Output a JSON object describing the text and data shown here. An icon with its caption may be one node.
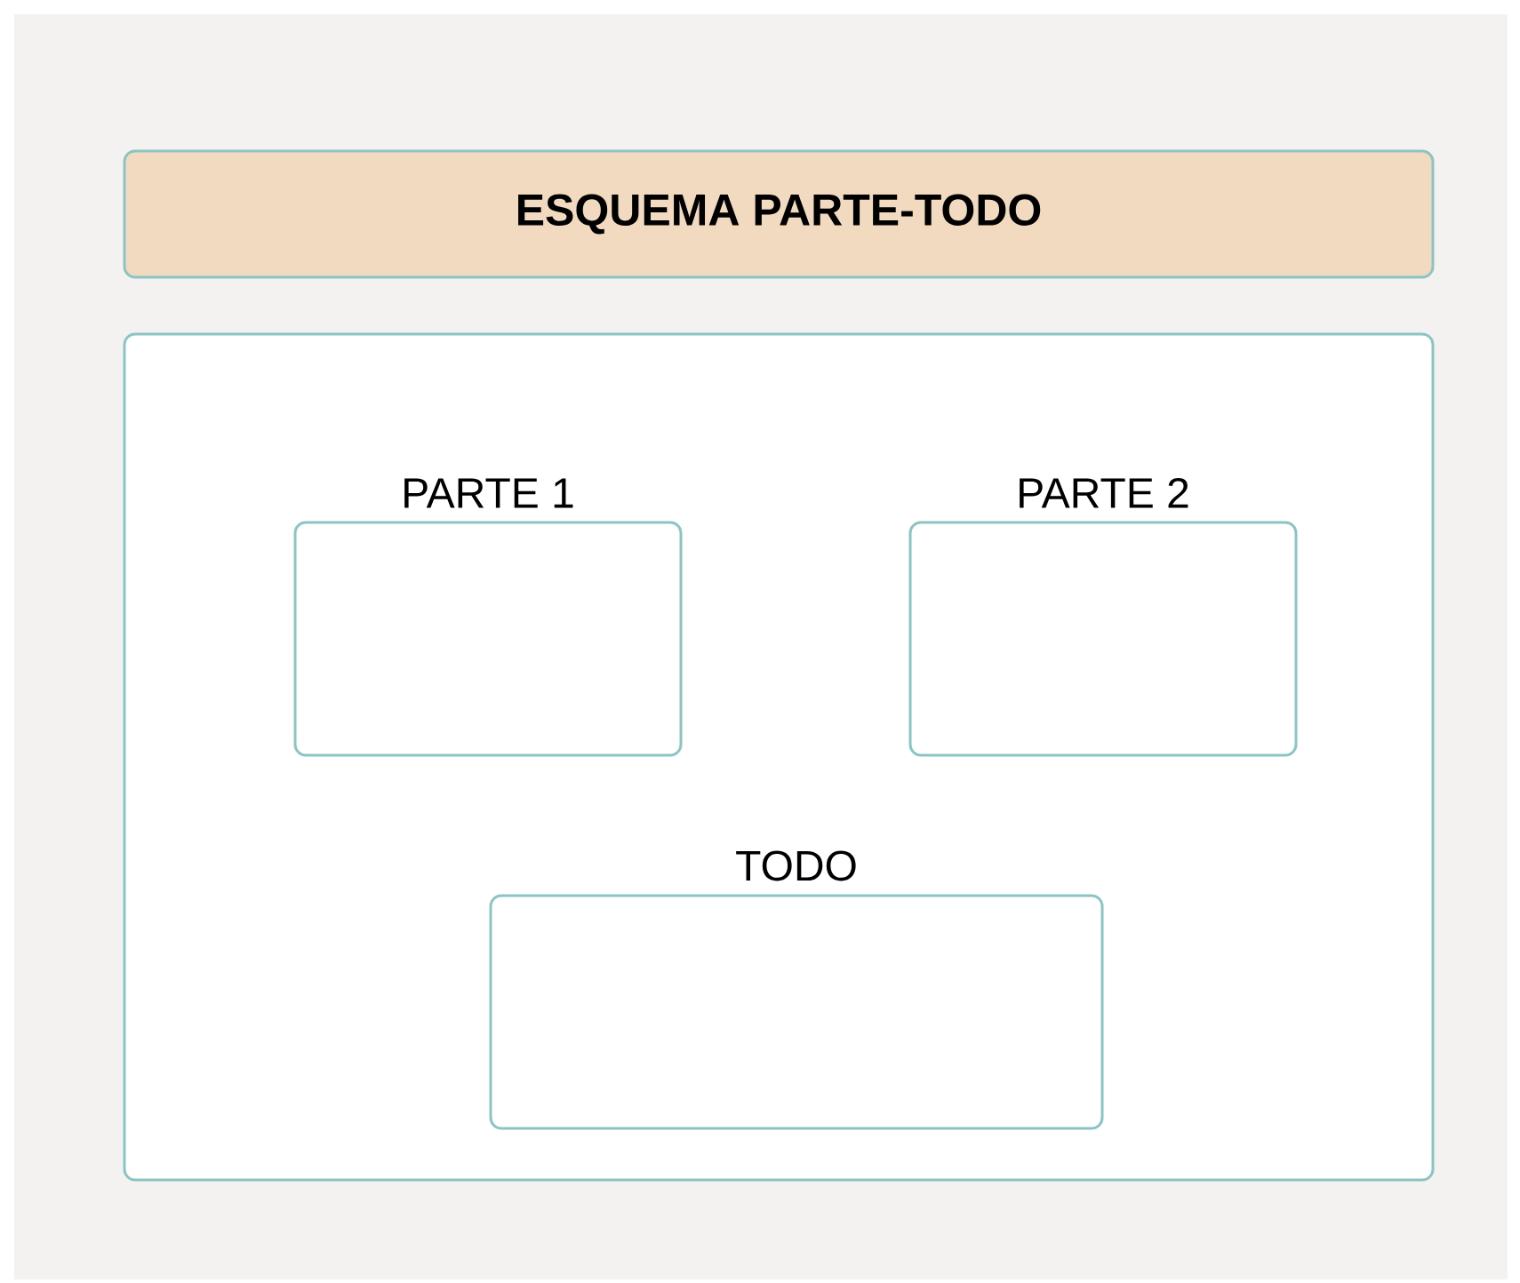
{
  "diagram": {
    "nodes": [
      {
        "text": [
          "ESQUEMA PARTE-TODO"
        ]
      },
      {
        "text": [],
        "shape": "box"
      },
      {
        "text": [
          "PARTE 1"
        ],
        "in": 1
      },
      {
        "text": [
          "PARTE 2"
        ],
        "in": 1
      },
      {
        "text": [
          "TODO"
        ],
        "in": 1
      }
    ]
  }
}
